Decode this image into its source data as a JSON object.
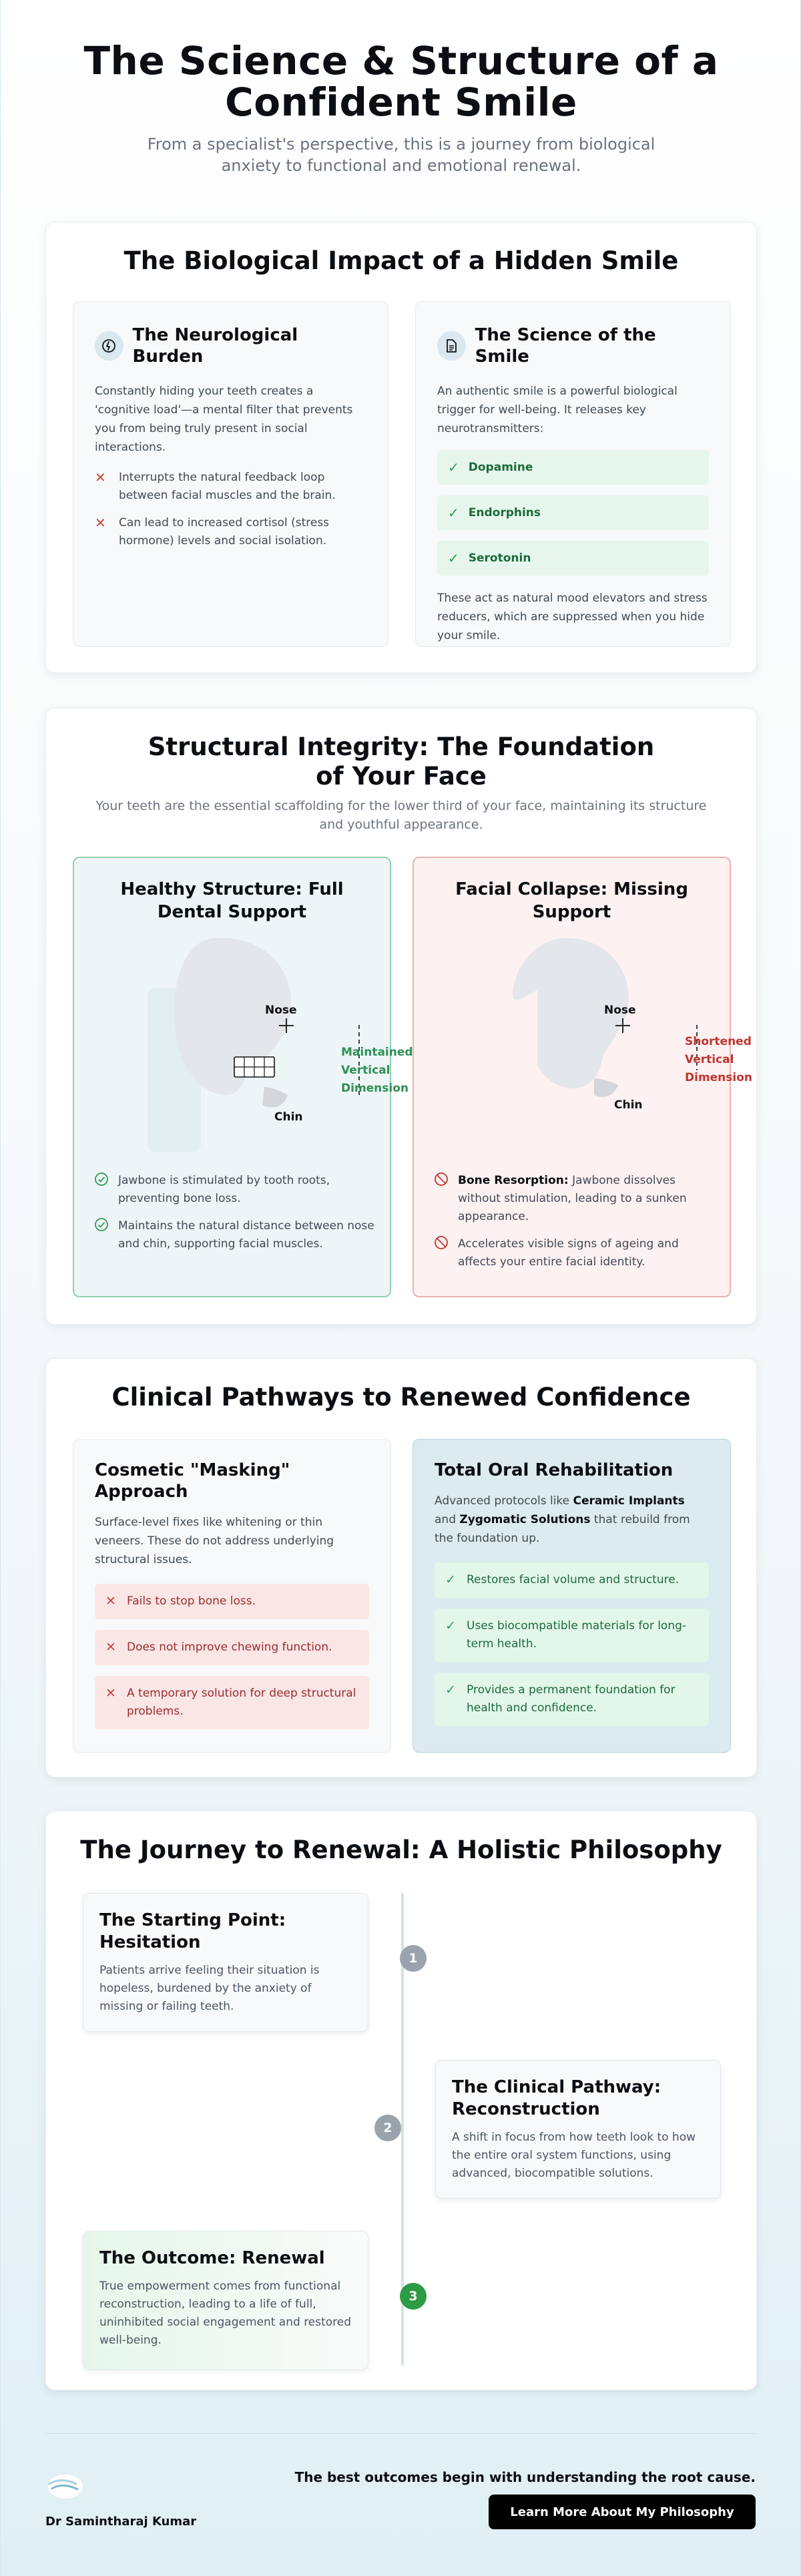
{
  "hero": {
    "title": "The Science & Structure of a Confident Smile",
    "subtitle": "From a specialist's perspective, this is a journey from biological anxiety to functional and emotional renewal."
  },
  "impact": {
    "title": "The Biological Impact of a Hidden Smile",
    "left": {
      "icon": "brain-icon",
      "heading": "The Neurological Burden",
      "text": "Constantly hiding your teeth creates a 'cognitive load'—a mental filter that prevents you from being truly present in social interactions.",
      "items": [
        "Interrupts the natural feedback loop between facial muscles and the brain.",
        "Can lead to increased cortisol (stress hormone) levels and social isolation."
      ]
    },
    "right": {
      "icon": "document-icon",
      "heading": "The Science of the Smile",
      "text": "An authentic smile is a powerful biological trigger for well-being. It releases key neurotransmitters:",
      "transmitters": [
        "Dopamine",
        "Endorphins",
        "Serotonin"
      ],
      "footer": "These act as natural mood elevators and stress reducers, which are suppressed when you hide your smile."
    }
  },
  "structure": {
    "title": "Structural Integrity: The Foundation of Your Face",
    "subtitle": "Your teeth are the essential scaffolding for the lower third of your face, maintaining its structure and youthful appearance.",
    "healthy": {
      "heading": "Healthy Structure: Full Dental Support",
      "nose": "Nose",
      "chin": "Chin",
      "dimension": "Maintained Vertical Dimension",
      "color": "#2f8f55",
      "items": [
        "Jawbone is stimulated by tooth roots, preventing bone loss.",
        "Maintains the natural distance between nose and chin, supporting facial muscles."
      ]
    },
    "collapse": {
      "heading": "Facial Collapse: Missing Support",
      "nose": "Nose",
      "chin": "Chin",
      "dimension": "Shortened Vertical Dimension",
      "color": "#c0352f",
      "item1_bold": "Bone Resorption:",
      "item1_rest": " Jawbone dissolves without stimulation, leading to a sunken appearance.",
      "item2": "Accelerates visible signs of ageing and affects your entire facial identity."
    }
  },
  "pathways": {
    "title": "Clinical Pathways to Renewed Confidence",
    "cosmetic": {
      "heading": "Cosmetic \"Masking\" Approach",
      "text": "Surface-level fixes like whitening or thin veneers. These do not address underlying structural issues.",
      "items": [
        "Fails to stop bone loss.",
        "Does not improve chewing function.",
        "A temporary solution for deep structural problems."
      ]
    },
    "total": {
      "heading": "Total Oral Rehabilitation",
      "text_a": "Advanced protocols like ",
      "bold_a": "Ceramic Implants",
      "text_b": " and ",
      "bold_b": "Zygomatic Solutions",
      "text_c": " that rebuild from the foundation up.",
      "items": [
        "Restores facial volume and structure.",
        "Uses biocompatible materials for long-term health.",
        "Provides a permanent foundation for health and confidence."
      ]
    }
  },
  "journey": {
    "title": "The Journey to Renewal: A Holistic Philosophy",
    "steps": [
      {
        "num": "1",
        "title": "The Starting Point: Hesitation",
        "text": "Patients arrive feeling their situation is hopeless, burdened by the anxiety of missing or failing teeth."
      },
      {
        "num": "2",
        "title": "The Clinical Pathway: Reconstruction",
        "text": "A shift in focus from how teeth look to how the entire oral system functions, using advanced, biocompatible solutions."
      },
      {
        "num": "3",
        "title": "The Outcome: Renewal",
        "text": "True empowerment comes from functional reconstruction, leading to a life of full, uninhibited social engagement and restored well-being."
      }
    ]
  },
  "footer": {
    "brand": "Dr Samintharaj Kumar",
    "tagline": "The best outcomes begin with understanding the root cause.",
    "cta": "Learn More About My Philosophy"
  }
}
